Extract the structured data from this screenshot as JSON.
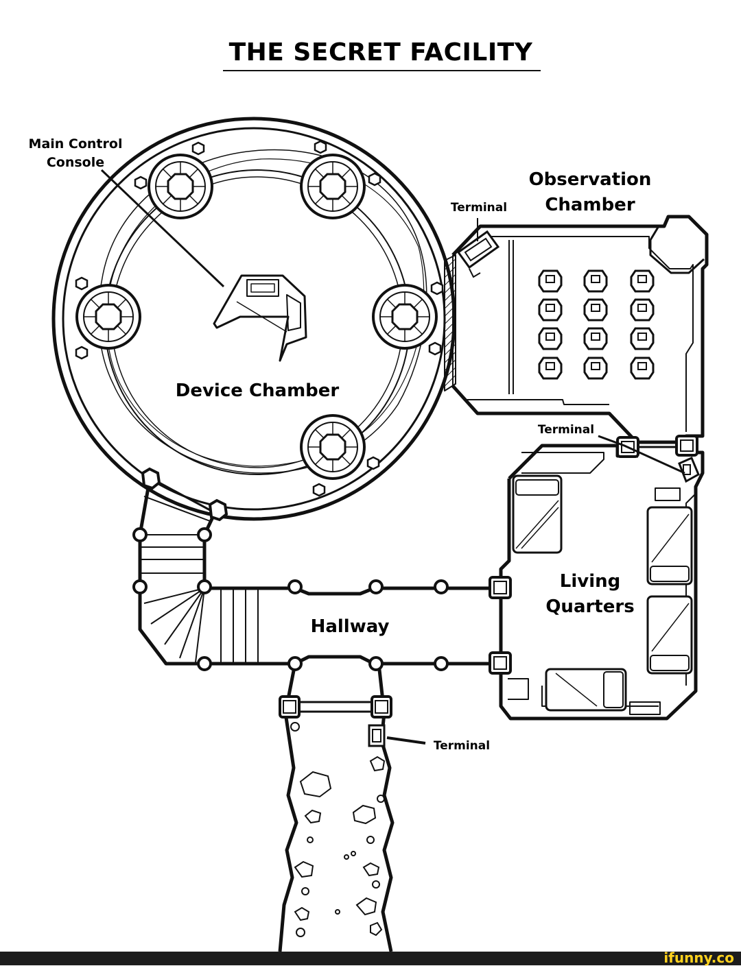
{
  "title": "THE SECRET FACILITY",
  "rooms": {
    "device_chamber": "Device Chamber",
    "observation_line1": "Observation",
    "observation_line2": "Chamber",
    "living_line1": "Living",
    "living_line2": "Quarters",
    "hallway": "Hallway"
  },
  "callouts": {
    "main_console_line1": "Main Control",
    "main_console_line2": "Console",
    "terminal_observation": "Terminal",
    "terminal_living": "Terminal",
    "terminal_tunnel": "Terminal"
  },
  "watermark": "ifunny.co"
}
